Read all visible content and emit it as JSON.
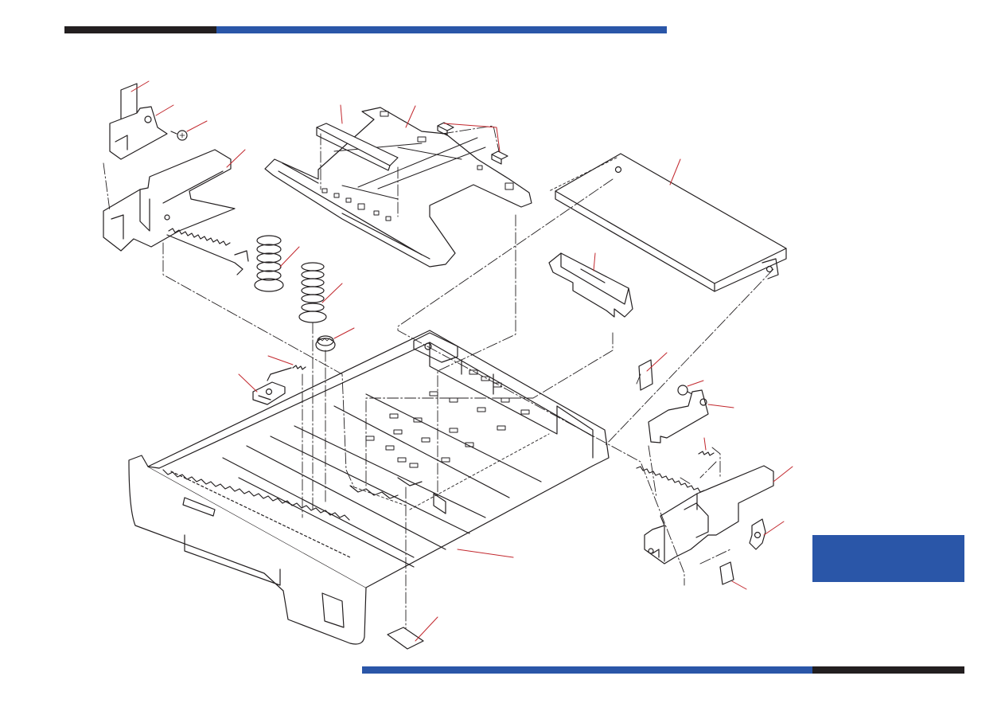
{
  "colors": {
    "bar_dark": "#231f20",
    "bar_blue": "#2a56a8",
    "tab_blue": "#2a56a8",
    "leader_red": "#c2272d",
    "line": "#231f20",
    "fill": "#ffffff"
  },
  "parts": [
    {
      "name": "top-left-clip"
    },
    {
      "name": "top-left-bracket"
    },
    {
      "name": "top-left-screw"
    },
    {
      "name": "left-paper-guide"
    },
    {
      "name": "guide-plate-pad"
    },
    {
      "name": "guide-plate"
    },
    {
      "name": "small-pads"
    },
    {
      "name": "tray-cover"
    },
    {
      "name": "compression-spring-1"
    },
    {
      "name": "compression-spring-2"
    },
    {
      "name": "pinion-gear"
    },
    {
      "name": "end-stopper"
    },
    {
      "name": "tension-spring"
    },
    {
      "name": "lock-lever"
    },
    {
      "name": "right-clip"
    },
    {
      "name": "right-screw"
    },
    {
      "name": "right-bracket"
    },
    {
      "name": "small-spring"
    },
    {
      "name": "right-paper-guide"
    },
    {
      "name": "release-lever"
    },
    {
      "name": "right-pad"
    },
    {
      "name": "paper-cassette"
    },
    {
      "name": "bottom-pad"
    }
  ]
}
